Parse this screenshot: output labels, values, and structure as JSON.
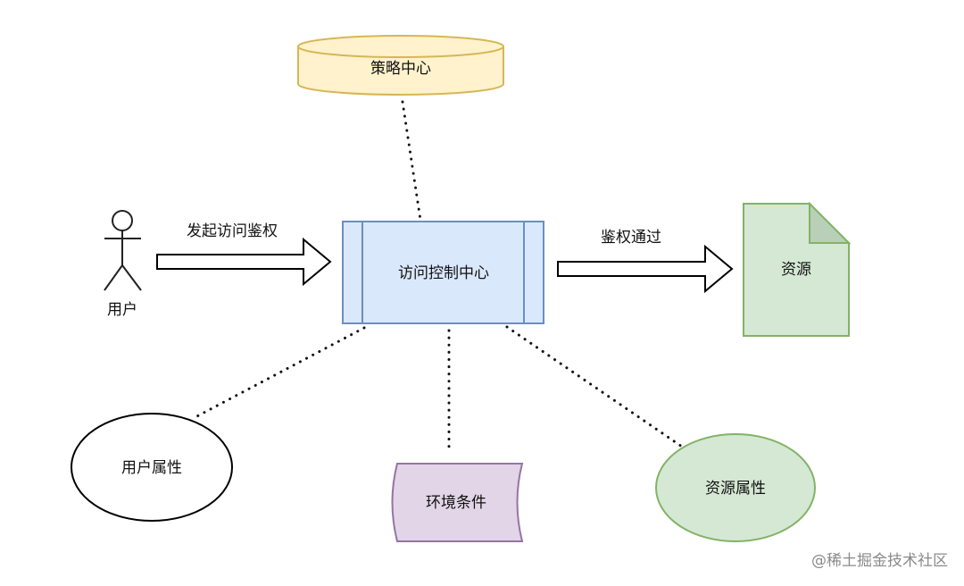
{
  "nodes": {
    "policy_center": {
      "label": "策略中心",
      "fill": "#fff2cc",
      "stroke": "#d6b656"
    },
    "access_control": {
      "label": "访问控制中心",
      "fill": "#dae8fc",
      "stroke": "#6c8ebf"
    },
    "user": {
      "label": "用户"
    },
    "resource": {
      "label": "资源",
      "fill": "#d5e8d4",
      "stroke": "#82b366"
    },
    "user_attributes": {
      "label": "用户属性",
      "fill": "#ffffff",
      "stroke": "#000000"
    },
    "environment": {
      "label": "环境条件",
      "fill": "#e1d5e7",
      "stroke": "#9673a6"
    },
    "resource_attributes": {
      "label": "资源属性",
      "fill": "#d5e8d4",
      "stroke": "#82b366"
    }
  },
  "edges": {
    "request": {
      "label": "发起访问鉴权"
    },
    "approved": {
      "label": "鉴权通过"
    }
  },
  "watermark": "@稀土掘金技术社区"
}
